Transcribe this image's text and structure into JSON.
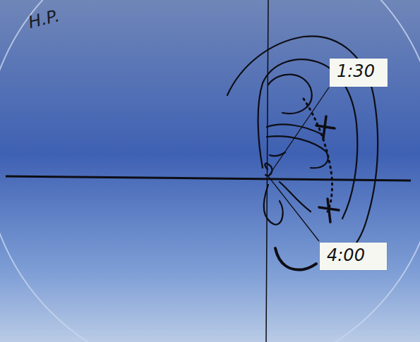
{
  "diagram": {
    "nodes": [
      {
        "text": [
          "1:30"
        ]
      },
      {
        "text": [
          "4:00"
        ]
      }
    ],
    "labels": [
      "H.P."
    ]
  }
}
